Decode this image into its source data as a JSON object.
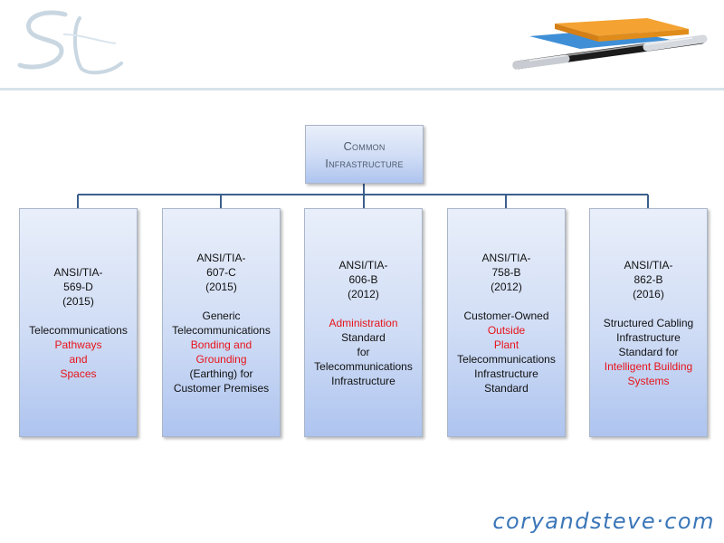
{
  "root": {
    "lines": [
      "Common",
      "Infrastructure"
    ]
  },
  "children": [
    {
      "lines": [
        {
          "t": "ANSI/TIA-"
        },
        {
          "t": "569-D"
        },
        {
          "t": "(2015)"
        },
        {
          "gap": true
        },
        {
          "t": "Telecommunications"
        },
        {
          "t": "Pathways",
          "red": true
        },
        {
          "t": "and",
          "red": true
        },
        {
          "t": "Spaces",
          "red": true
        }
      ]
    },
    {
      "lines": [
        {
          "t": "ANSI/TIA-"
        },
        {
          "t": "607-C"
        },
        {
          "t": "(2015)"
        },
        {
          "gap": true
        },
        {
          "t": "Generic"
        },
        {
          "t": "Telecommunications"
        },
        {
          "t": "Bonding  and",
          "red": true
        },
        {
          "t": "Grounding",
          "red": true
        },
        {
          "t": "(Earthing) for"
        },
        {
          "t": "Customer  Premises"
        }
      ]
    },
    {
      "lines": [
        {
          "t": "ANSI/TIA-"
        },
        {
          "t": "606-B"
        },
        {
          "t": "(2012)"
        },
        {
          "gap": true
        },
        {
          "t": "Administration",
          "red": true
        },
        {
          "t": "Standard"
        },
        {
          "t": "for"
        },
        {
          "t": "Telecommunications"
        },
        {
          "t": "Infrastructure"
        }
      ]
    },
    {
      "lines": [
        {
          "t": "ANSI/TIA-"
        },
        {
          "t": "758-B"
        },
        {
          "t": "(2012)"
        },
        {
          "gap": true
        },
        {
          "t": "Customer-Owned"
        },
        {
          "t": "Outside",
          "red": true
        },
        {
          "t": "Plant",
          "red": true
        },
        {
          "t": "Telecommunications"
        },
        {
          "t": "Infrastructure"
        },
        {
          "t": "Standard"
        }
      ]
    },
    {
      "lines": [
        {
          "t": "ANSI/TIA-"
        },
        {
          "t": "862-B"
        },
        {
          "t": "(2016)"
        },
        {
          "gap": true
        },
        {
          "t": "Structured Cabling"
        },
        {
          "t": "Infrastructure"
        },
        {
          "t": "Standard for"
        },
        {
          "t": "Intelligent Building",
          "red": true
        },
        {
          "t": "Systems",
          "red": true
        }
      ]
    }
  ],
  "footer": {
    "text": "coryandsteve·com"
  },
  "colors": {
    "highlight": "#e8141a",
    "connector": "#3c5f8c",
    "footer": "#3a76b8"
  },
  "icons": {
    "logo": "sc-monogram-logo",
    "decoration": "pen-and-notepad-icon"
  }
}
